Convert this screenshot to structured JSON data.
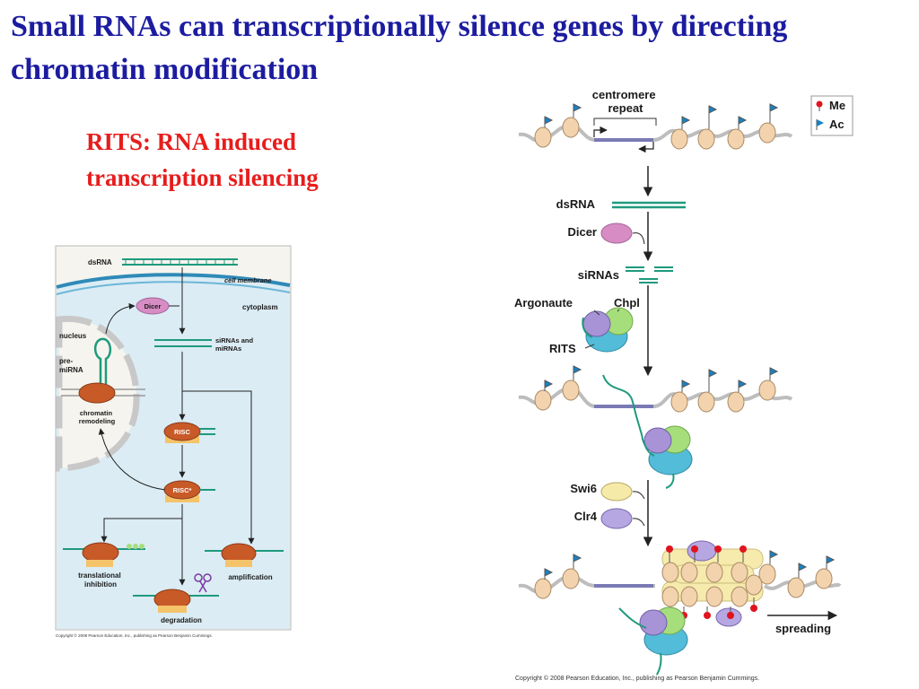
{
  "slide": {
    "title": "Small RNAs can transcriptionally silence genes by directing chromatin modification",
    "subtitle": "RITS: RNA induced transcription silencing"
  },
  "colors": {
    "title": "#1c1ca0",
    "subtitle": "#e81c1c",
    "rna": "#1f9a7d",
    "nucleosome": "#f3d3ae",
    "dicer": "#d88cc4",
    "argonaute": "#a893d6",
    "chpl": "#a6de7c",
    "rits_base": "#53bcd8",
    "swi6": "#f6eaa8",
    "clr4": "#b6a6e2",
    "methyl": "#e0141e",
    "acetyl": "#1782c6",
    "cell_panel": "#dbecf4",
    "risc": "#c85a28"
  },
  "right_figure": {
    "legend": {
      "me": "Me",
      "ac": "Ac"
    },
    "centromere_label": "centromere repeat",
    "dsrna": "dsRNA",
    "dicer": "Dicer",
    "sirnas": "siRNAs",
    "argonaute": "Argonaute",
    "chpl": "Chpl",
    "rits": "RITS",
    "swi6": "Swi6",
    "clr4": "Clr4",
    "spreading": "spreading",
    "copyright": "Copyright © 2008 Pearson Education, Inc., publishing as Pearson Benjamin Cummings."
  },
  "left_figure": {
    "dsrna": "dsRNA",
    "cell_membrane": "cell membrane",
    "cytoplasm": "cytoplasm",
    "dicer": "Dicer",
    "nucleus": "nucleus",
    "pre_mirna": "pre-miRNA",
    "sirnas_mirnas": "siRNAs and miRNAs",
    "chromatin_remodeling": "chromatin remodeling",
    "risc": "RISC",
    "risc_star": "RISC*",
    "translational_inhibition": "translational inhibition",
    "amplification": "amplification",
    "degradation": "degradation",
    "copyright": "Copyright © 2008 Pearson Education, Inc., publishing as Pearson Benjamin Cummings."
  }
}
